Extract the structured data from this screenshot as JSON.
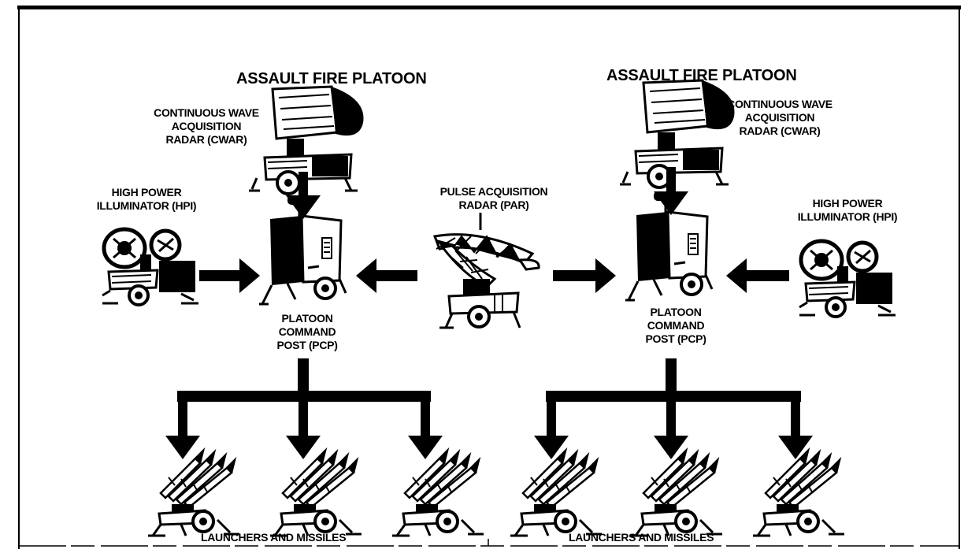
{
  "diagram": {
    "left_platoon": {
      "title": "ASSAULT FIRE PLATOON",
      "cwar": [
        "CONTINUOUS WAVE",
        "ACQUISITION",
        "RADAR (CWAR)"
      ],
      "hpi": [
        "HIGH POWER",
        "ILLUMINATOR (HPI)"
      ],
      "pcp": [
        "PLATOON",
        "COMMAND",
        "POST (PCP)"
      ],
      "launchers": "LAUNCHERS AND MISSILES"
    },
    "right_platoon": {
      "title": "ASSAULT FIRE PLATOON",
      "cwar": [
        "CONTINUOUS WAVE",
        "ACQUISITION",
        "RADAR (CWAR)"
      ],
      "hpi": [
        "HIGH POWER",
        "ILLUMINATOR (HPI)"
      ],
      "pcp": [
        "PLATOON",
        "COMMAND",
        "POST (PCP)"
      ],
      "launchers": "LAUNCHERS AND MISSILES"
    },
    "par": [
      "PULSE ACQUISITION",
      "RADAR (PAR)"
    ],
    "icons": [
      "cwar-radar-icon",
      "hpi-illuminator-icon",
      "par-radar-icon",
      "pcp-shelter-icon",
      "launcher-icon"
    ],
    "colors": {
      "ink": "#000000",
      "paper": "#ffffff"
    }
  }
}
